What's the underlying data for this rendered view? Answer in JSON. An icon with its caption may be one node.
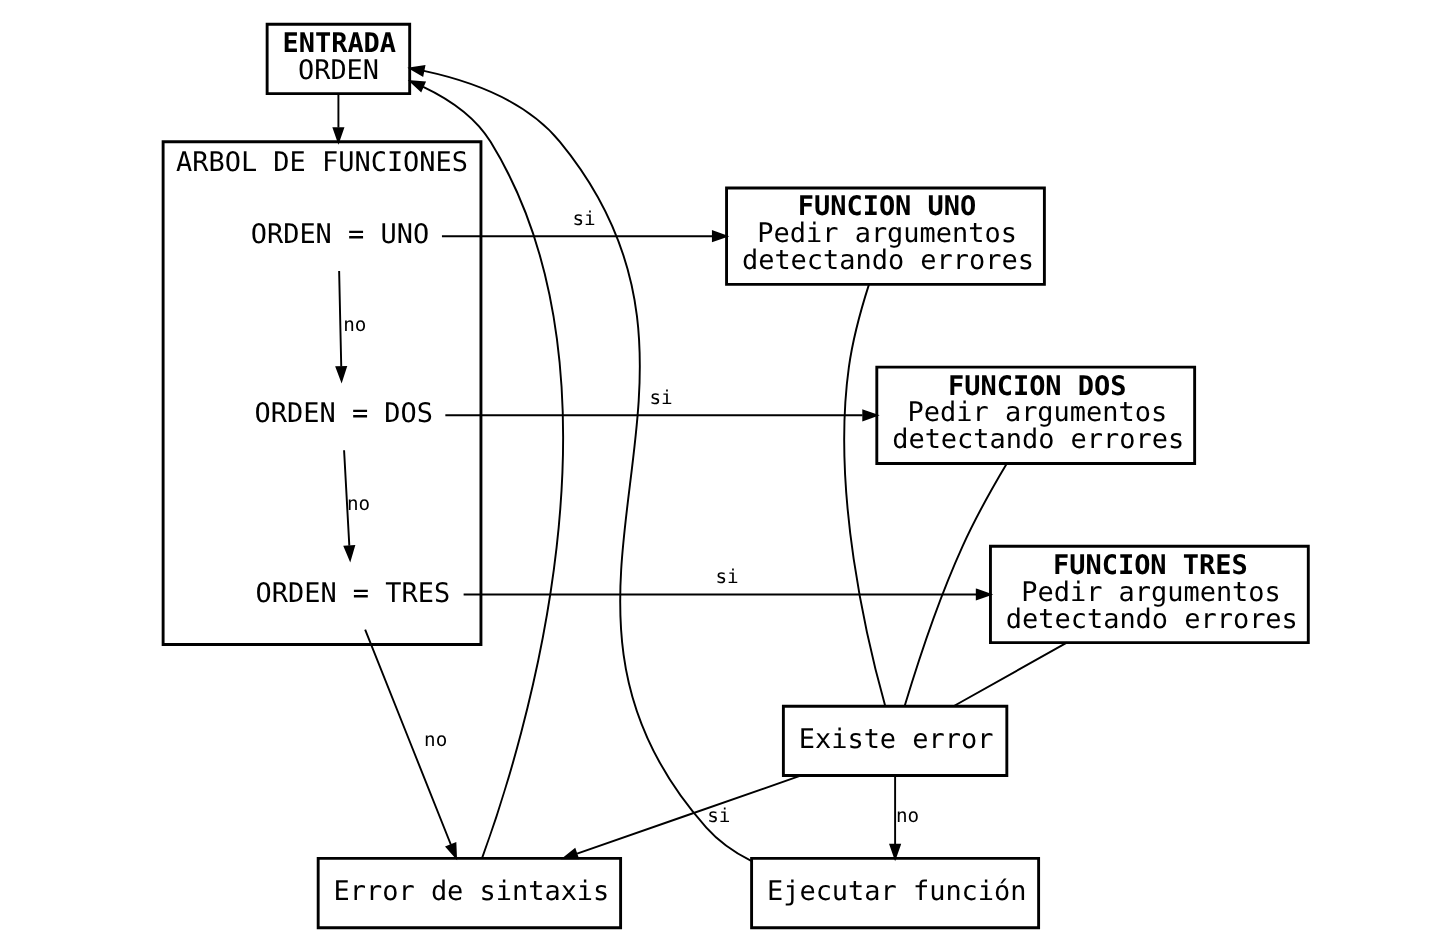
{
  "diagram": {
    "nodes": [
      {
        "text": [
          "ENTRADA",
          "ORDEN"
        ]
      },
      {
        "text": [
          "ARBOL DE FUNCIONES"
        ]
      },
      {
        "text": [
          "ORDEN = UNO"
        ],
        "in": 1
      },
      {
        "text": [
          "ORDEN = DOS"
        ],
        "in": 1
      },
      {
        "text": [
          "ORDEN = TRES"
        ],
        "in": 1
      },
      {
        "text": [
          "FUNCION UNO",
          "Pedir argumentos detectando errores"
        ]
      },
      {
        "text": [
          "FUNCION DOS",
          "Pedir argumentos detectando errores"
        ]
      },
      {
        "text": [
          "FUNCION TRES",
          "Pedir argumentos detectando errores"
        ]
      },
      {
        "text": [
          "Existe error"
        ]
      },
      {
        "text": [
          "Error de sintaxis"
        ]
      },
      {
        "text": [
          "Ejecutar función"
        ]
      }
    ],
    "edges": [
      {
        "from": 0,
        "to": 1,
        "arrow": "to"
      },
      {
        "from": 2,
        "to": 3,
        "arrow": "to",
        "label": "no"
      },
      {
        "from": 3,
        "to": 4,
        "arrow": "to",
        "label": "no"
      },
      {
        "from": 4,
        "to": 9,
        "arrow": "to",
        "label": "no"
      },
      {
        "from": 2,
        "to": 5,
        "arrow": "to",
        "label": "si"
      },
      {
        "from": 3,
        "to": 6,
        "arrow": "to",
        "label": "si"
      },
      {
        "from": 4,
        "to": 7,
        "arrow": "to",
        "label": "si"
      },
      {
        "from": 5,
        "to": 8,
        "arrow": "none"
      },
      {
        "from": 6,
        "to": 8,
        "arrow": "none"
      },
      {
        "from": 7,
        "to": 8,
        "arrow": "none"
      },
      {
        "from": 8,
        "to": 9,
        "arrow": "to",
        "label": "si"
      },
      {
        "from": 8,
        "to": 10,
        "arrow": "to",
        "label": "no"
      },
      {
        "from": 9,
        "to": 0,
        "arrow": "to"
      },
      {
        "from": 10,
        "to": 0,
        "arrow": "to"
      }
    ]
  }
}
